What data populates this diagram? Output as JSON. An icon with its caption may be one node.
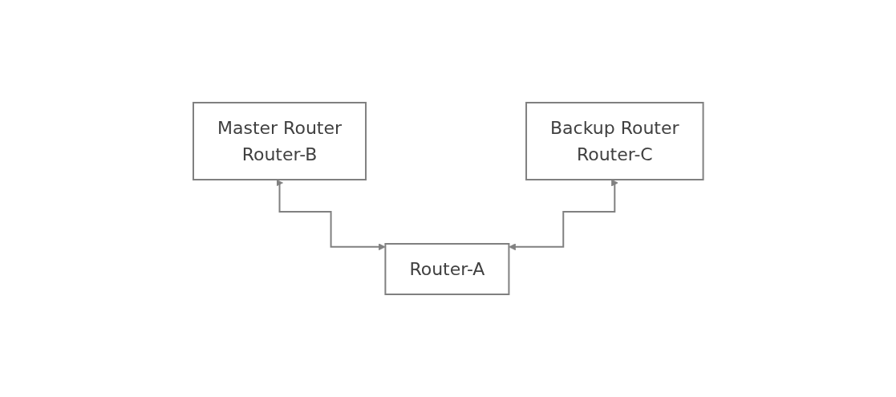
{
  "diagram": {
    "nodes": [
      {
        "text": [
          "Master Router",
          "Router-B"
        ]
      },
      {
        "text": [
          "Backup Router",
          "Router-C"
        ]
      },
      {
        "text": [
          "Router-A"
        ]
      }
    ],
    "edges": [
      {
        "from": 2,
        "to": 0,
        "arrow": "both"
      },
      {
        "from": 2,
        "to": 1,
        "arrow": "both"
      }
    ]
  }
}
